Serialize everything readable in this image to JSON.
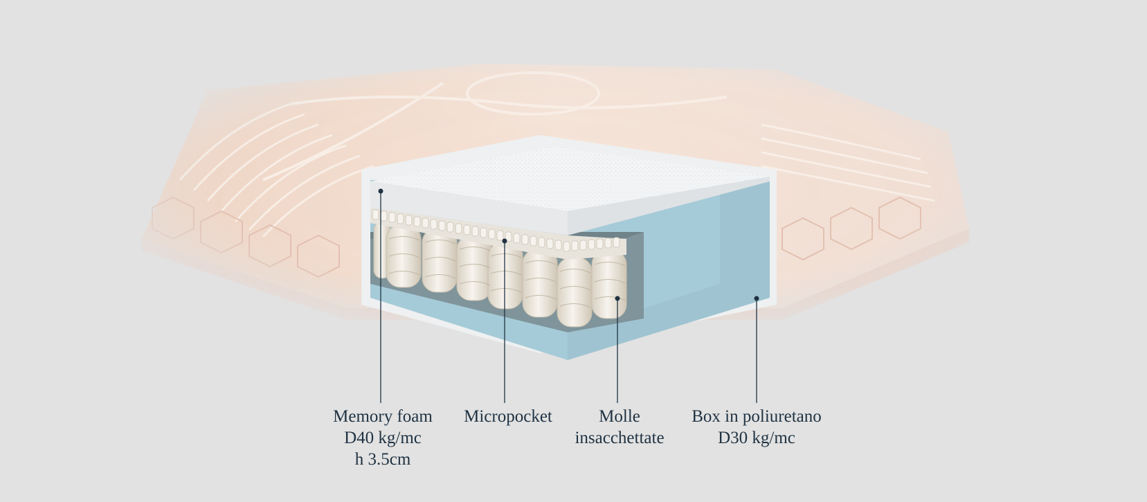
{
  "colors": {
    "background": "#e2e2e2",
    "foam_blue": "#a6cbd8",
    "memory_foam_white": "#f2f3f4",
    "text": "#1f3242",
    "mattress_cover": "#f3dccd"
  },
  "components": [
    {
      "id": "memory-foam",
      "lines": [
        "Memory foam",
        "D40 kg/mc",
        "h 3.5cm"
      ]
    },
    {
      "id": "micropocket",
      "lines": [
        "Micropocket"
      ]
    },
    {
      "id": "pocket-springs",
      "lines": [
        "Molle",
        "insacchettate"
      ]
    },
    {
      "id": "polyurethane-box",
      "lines": [
        "Box in poliuretano",
        "D30 kg/mc"
      ]
    }
  ]
}
